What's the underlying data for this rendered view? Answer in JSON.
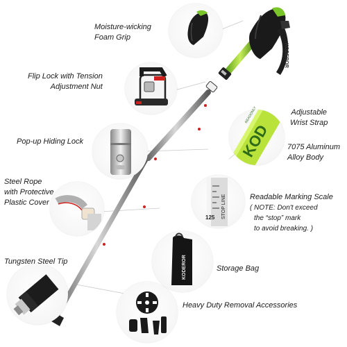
{
  "features": {
    "grip": {
      "line1": "Moisture-wicking",
      "line2": "Foam Grip"
    },
    "flip_lock": {
      "line1": "Flip Lock with Tension",
      "line2": "Adjustment Nut"
    },
    "strap": {
      "line1": "Adjustable",
      "line2": "Wrist Strap"
    },
    "hiding_lock": {
      "line1": "Pop-up Hiding Lock"
    },
    "aluminum": {
      "line1": "7075 Aluminum",
      "line2": "Alloy Body"
    },
    "steel_rope": {
      "line1": "Steel Rope",
      "line2": "with Protective",
      "line3": "Plastic Cover"
    },
    "marking": {
      "line1": "Readable Marking Scale",
      "line2": "( NOTE: Don't exceed",
      "line3": "the “stop” mark",
      "line4": "to avoid breaking. )"
    },
    "tip": {
      "line1": "Tungsten Steel Tip"
    },
    "bag": {
      "line1": "Storage Bag"
    },
    "accessories": {
      "line1": "Heavy Duty Removal Accessories"
    }
  },
  "product_text": {
    "brand": "KODEROR",
    "tube_text": "KOD",
    "tube_text2": "READONLY",
    "scale_marks": [
      "125"
    ],
    "scale_word": "STOP LINE"
  },
  "colors": {
    "accent_green": "#7ac52a",
    "pole_gray": "#9a9a9a",
    "foam_black": "#1a1a1a",
    "marker_red": "#d0201e"
  }
}
